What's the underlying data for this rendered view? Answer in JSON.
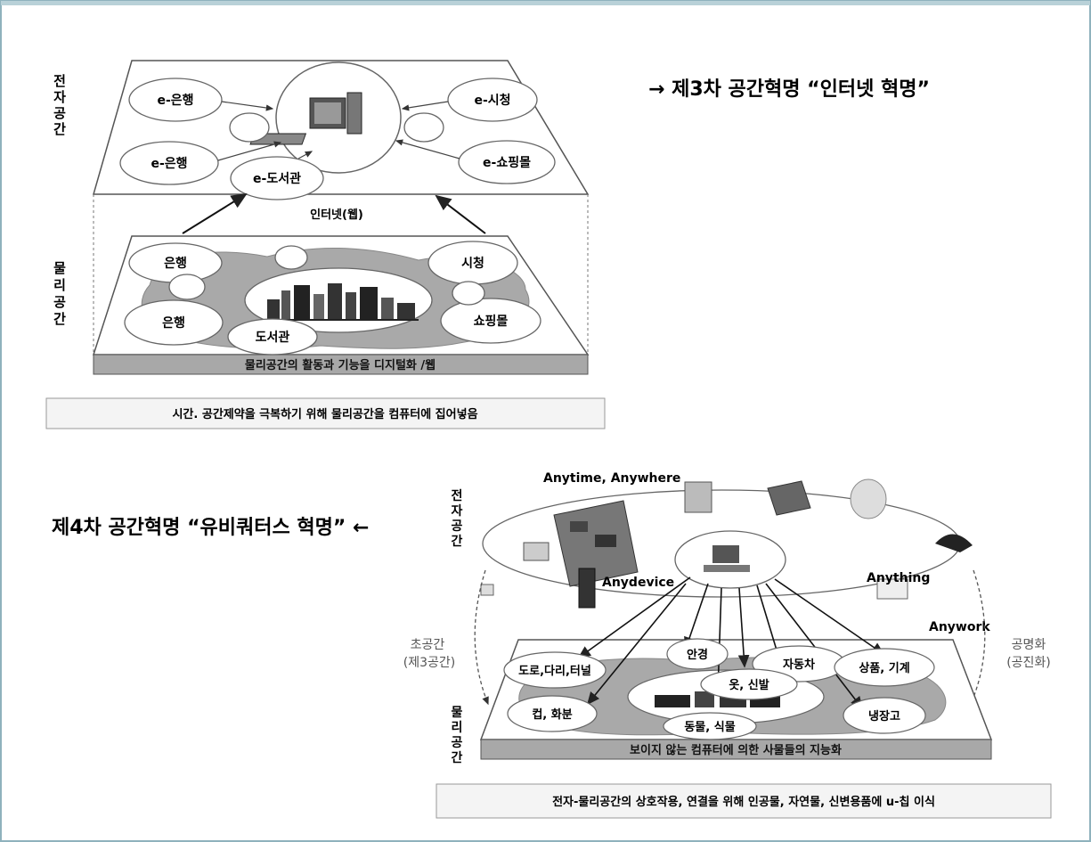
{
  "colors": {
    "frame_border": "#8fb2bd",
    "gray_blob": "#a9a9a9",
    "base_bar": "#a8a8a8",
    "caption_bg": "#f4f4f4",
    "text": "#111111",
    "label_gray": "#555555"
  },
  "top": {
    "side_label_electronic": [
      "전",
      "자",
      "공",
      "간"
    ],
    "side_label_physical": [
      "물",
      "리",
      "공",
      "간"
    ],
    "heading": "→ 제3차 공간혁명 “인터넷 혁명”",
    "internet_label": "인터넷(웹)",
    "e_nodes": [
      "e-은행",
      "e-시청",
      "e-은행",
      "e-쇼핑몰",
      "e-도서관"
    ],
    "p_nodes": [
      "은행",
      "시청",
      "은행",
      "쇼핑몰",
      "도서관"
    ],
    "base_bar": "물리공간의 활동과 기능을 디지털화 /웹",
    "caption": "시간. 공간제약을 극복하기 위해 물리공간을 컴퓨터에 집어넣음"
  },
  "bottom": {
    "heading": "제4차 공간혁명 “유비쿼터스 혁명” ←",
    "side_label_electronic": [
      "전",
      "자",
      "공",
      "간"
    ],
    "side_label_physical": [
      "물",
      "리",
      "공",
      "간"
    ],
    "anytime": "Anytime, Anywhere",
    "anything": "Anything",
    "anydevice": "Anydevice",
    "anywork": "Anywork",
    "left_label": [
      "초공간",
      "(제3공간)"
    ],
    "right_label": [
      "공명화",
      "(공진화)"
    ],
    "nodes": [
      "도로,다리,터널",
      "안경",
      "자동차",
      "상품, 기계",
      "옷, 신발",
      "컵, 화분",
      "동물, 식물",
      "냉장고"
    ],
    "base_bar": "보이지 않는 컴퓨터에 의한 사물들의 지능화",
    "caption": "전자-물리공간의 상호작용, 연결을 위해 인공물, 자연물, 신변용품에 u-칩 이식"
  }
}
